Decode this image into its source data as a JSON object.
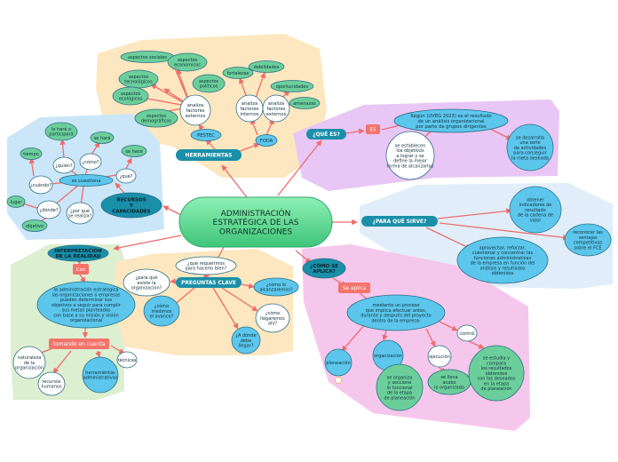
{
  "central": [
    "ADMINISTRACIÓN",
    "ESTRATÉGICA DE LAS",
    "ORGANIZACIONES"
  ],
  "herramientas": {
    "title": "HERRAMIENTAS",
    "pestec": "PESTEC",
    "foda": "FODA",
    "externos_center": [
      "analiza",
      "factores",
      "externos"
    ],
    "externos": [
      [
        "aspectos sociales"
      ],
      [
        "aspectos",
        "económicos"
      ],
      [
        "aspectos",
        "tecnológicos"
      ],
      [
        "aspectos",
        "políticos"
      ],
      [
        "aspectos",
        "ecológicos"
      ],
      [
        "aspectos",
        "demográficos"
      ]
    ],
    "internos_center": [
      "analiza",
      "factores",
      "internos"
    ],
    "externos2_center": [
      "analiza",
      "factores",
      "externos"
    ],
    "foda_items": [
      "fortalezas",
      "debilidades",
      "oportunidades",
      "amenazas"
    ]
  },
  "que_es": {
    "title": "¿QUÉ ES?",
    "es": "ES",
    "definition": [
      "Según (UVEG 2023) es el resultado",
      "de un análisis organizacional",
      "por parte de grupos dirigentes"
    ],
    "left": [
      "se establecen",
      "los objetivos",
      "a lograr y se",
      "define la mejor",
      "forma de alcanzarlos"
    ],
    "right": [
      "se desarrolla",
      "una serie",
      "de actividades",
      "para conseguir",
      "la meta deseada"
    ]
  },
  "para_que": {
    "title": "¿PARA QUÉ SIRVE?",
    "items": [
      [
        "obtener",
        "indicadores de",
        "resultado",
        "de la cadena de",
        "valor"
      ],
      [
        "reconocer las",
        "ventajas",
        "competitivas",
        "sobre el FCE"
      ],
      [
        "aprovechar, reforzar,",
        "cuestionar y concentrar las",
        "funciones administrativas",
        "de la empresa en función del",
        "análisis y resultados",
        "obtenidos"
      ]
    ]
  },
  "como_aplica": {
    "title": [
      "¿CÓMO SE",
      "APLICA?"
    ],
    "se_aplica": "Se aplica",
    "process": [
      "mediante un proceso",
      "que implica efectuar antes,",
      "durante y después del proyecto",
      "dentro de la empresa:"
    ],
    "steps": [
      "planeación",
      "organización",
      "ejecución",
      "control"
    ],
    "step_details": [
      [
        "se organiza",
        "y secciona",
        "lo funcional",
        "de la etapa",
        "de planeación"
      ],
      [
        "se lleva",
        "acabo",
        "lo organizado"
      ],
      [
        "se estudia y",
        "compara",
        "los resultados",
        "obtenidos",
        "con los deseados",
        "en la etapa",
        "de planeación"
      ]
    ]
  },
  "recursos": {
    "title": [
      "RECURSOS",
      "Y",
      "CAPACIDADES"
    ],
    "center": "se cuestiona",
    "questions": [
      "¿quién?",
      "¿cómo?",
      "¿cuándo?",
      "¿qué?",
      "¿dónde?",
      "¿por qué",
      "se realiza?"
    ],
    "answers": [
      [
        "lo hará o",
        "participará"
      ],
      [
        "se hará"
      ],
      [
        "tiempo"
      ],
      [
        "se hace"
      ],
      [
        "lugar"
      ],
      [
        "objetivo"
      ]
    ]
  },
  "interpretacion": {
    "title": [
      "INTERPRETACIÓN",
      "DE LA REALIDAD"
    ],
    "con": "Con",
    "text": [
      "la administración estratégica",
      "las organizaciones o empresas",
      "pueden determinar  sus",
      "objetivos a seguir para cumplir",
      "sus metas planteadas",
      "con base a su misión y visión",
      "organizacional"
    ],
    "tomando": "tomando en cuenta",
    "items": [
      [
        "naturaleza",
        "de la",
        "organización"
      ],
      [
        "recursos",
        "humanos"
      ],
      [
        "herramientas",
        "administrativas"
      ],
      [
        "técnicas"
      ]
    ]
  },
  "preguntas": {
    "title": "PREGUNTAS CLAVE",
    "items": [
      [
        "¿qué requerimos",
        "para hacerlo bien?"
      ],
      [
        "¿para qué",
        "existe la",
        "organización?"
      ],
      [
        "¿cómo lo",
        "alcanzaremos?"
      ],
      [
        "¿cómo",
        "medimos",
        "el avance?"
      ],
      [
        "¿cómo",
        "llegaremos",
        "ahí?"
      ],
      [
        "¿A dónde",
        "debe",
        "llegar?"
      ]
    ]
  },
  "colors": {
    "central_fill": "#4fd38a",
    "dark_teal": "#1a8fa8",
    "light_blue": "#5cc6ec",
    "green_node": "#6ccf9b",
    "red_label": "#f4736b",
    "orange_bg": "#fde7c0",
    "purple_bg": "#e8c6f5",
    "blue_bg": "#cbe6f8",
    "green_bg": "#dcefd0",
    "pink_bg": "#f6c7ec",
    "lightblue_bg": "#e1eef9",
    "line": "#ee6b6b"
  }
}
